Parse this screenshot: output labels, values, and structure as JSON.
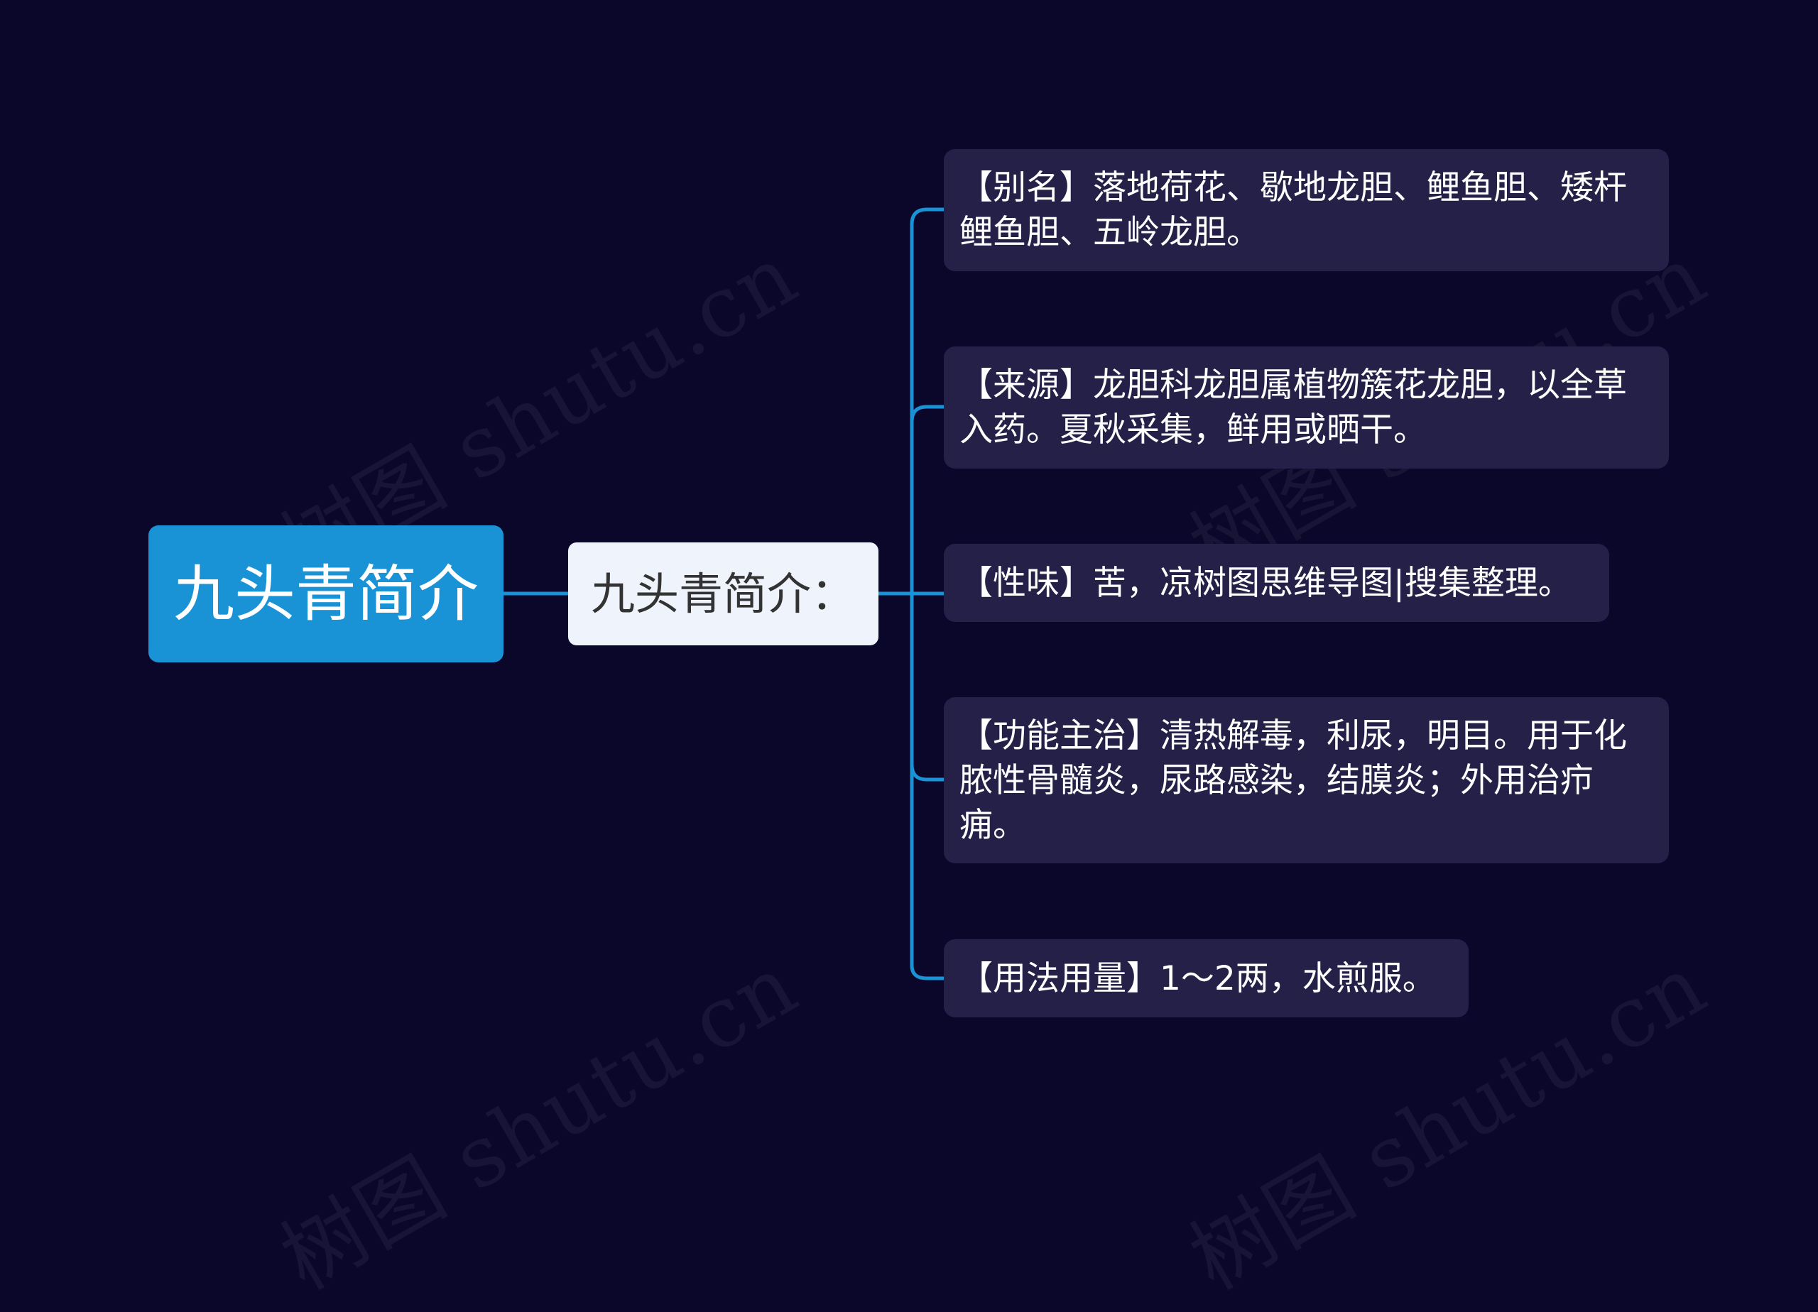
{
  "watermark": "树图 shutu.cn",
  "colors": {
    "background": "#0a072b",
    "root": "#1a93d6",
    "mid": "#eef3fc",
    "leaf": "#242048",
    "connector": "#1a93d6"
  },
  "mindmap": {
    "root": "九头青简介",
    "branch": "九头青简介：",
    "leaves": [
      "【别名】落地荷花、歇地龙胆、鲤鱼胆、矮杆鲤鱼胆、五岭龙胆。",
      "【来源】龙胆科龙胆属植物簇花龙胆，以全草入药。夏秋采集，鲜用或晒干。",
      "【性味】苦，凉树图思维导图|搜集整理。",
      "【功能主治】清热解毒，利尿，明目。用于化脓性骨髓炎，尿路感染，结膜炎；外用治疖痈。",
      "【用法用量】1～2两，水煎服。"
    ]
  }
}
